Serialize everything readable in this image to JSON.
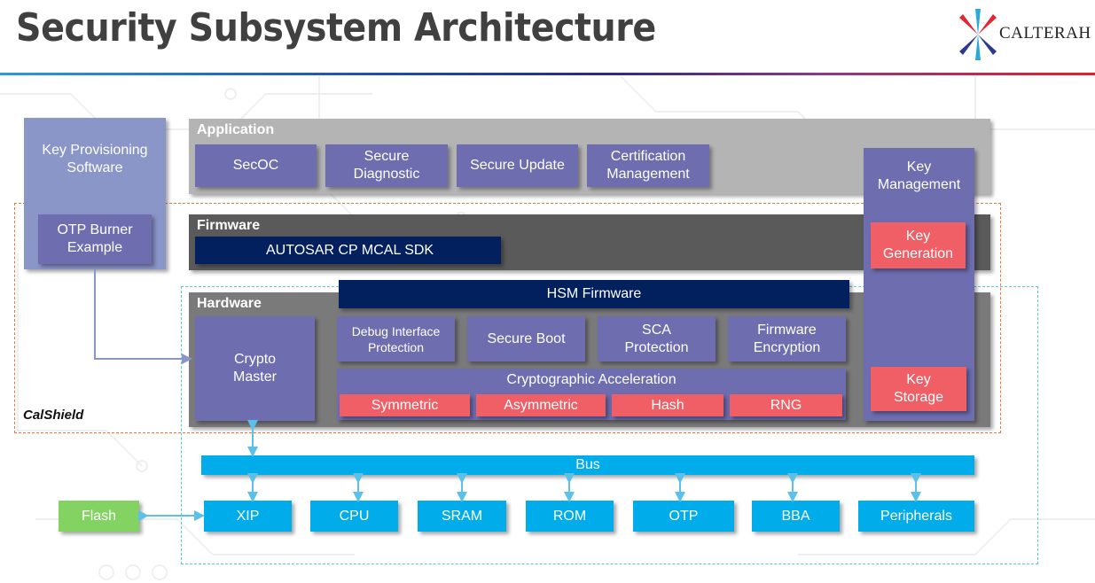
{
  "header": {
    "title": "Security Subsystem Architecture",
    "logo_text": "CALTERAH"
  },
  "colors": {
    "purple": "#6d6db0",
    "lilac": "#8a95c8",
    "navy": "#021f5e",
    "red": "#f05f66",
    "blue": "#00adea",
    "green": "#82d361",
    "application_layer": "#b4b4b4",
    "firmware_layer": "#5a5a5a",
    "hardware_layer": "#7a7a7a"
  },
  "key_provisioning": {
    "title": "Key Provisioning Software",
    "otp_burner": "OTP Burner Example"
  },
  "application": {
    "label": "Application",
    "items": [
      "SecOC",
      "Secure Diagnostic",
      "Secure Update",
      "Certification Management"
    ]
  },
  "firmware": {
    "label": "Firmware",
    "sdk": "AUTOSAR CP MCAL SDK"
  },
  "hardware": {
    "label": "Hardware",
    "crypto_master": "Crypto Master",
    "hsm_firmware": "HSM Firmware",
    "hsm_items": [
      "Debug Interface Protection",
      "Secure Boot",
      "SCA Protection",
      "Firmware Encryption"
    ],
    "crypto_acceleration": {
      "label": "Cryptographic Acceleration",
      "items": [
        "Symmetric",
        "Asymmetric",
        "Hash",
        "RNG"
      ]
    }
  },
  "key_management": {
    "label": "Key Management",
    "generation": "Key Generation",
    "storage": "Key Storage"
  },
  "calshield_label": "CalShield",
  "bus": {
    "label": "Bus",
    "flash": "Flash",
    "modules": [
      "XIP",
      "CPU",
      "SRAM",
      "ROM",
      "OTP",
      "BBA",
      "Peripherals"
    ]
  }
}
